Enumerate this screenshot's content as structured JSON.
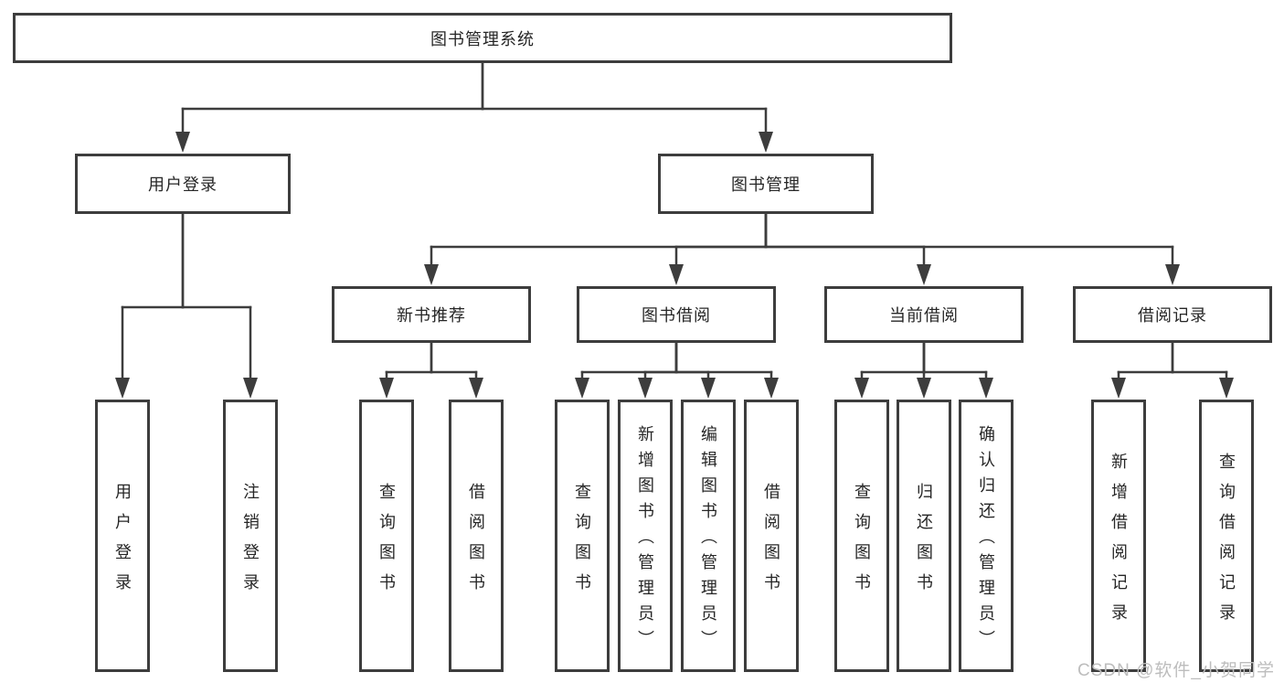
{
  "colors": {
    "line": "#3d3d3d",
    "node_border": "#3d3d3d",
    "text": "#262626",
    "watermark": "#bdbdbd",
    "background": "#ffffff"
  },
  "watermark": "CSDN @软件_小贺同学",
  "nodes": {
    "root": "图书管理系统",
    "login": "用户登录",
    "mgmt": "图书管理",
    "recommend": "新书推荐",
    "borrow": "图书借阅",
    "current": "当前借阅",
    "records": "借阅记录",
    "login_user": "用户登录",
    "login_logout": "注销登录",
    "rec_query": "查询图书",
    "rec_borrow": "借阅图书",
    "bor_query": "查询图书",
    "bor_add": "新增图书（管理员）",
    "bor_edit": "编辑图书（管理员）",
    "bor_borrow": "借阅图书",
    "cur_query": "查询图书",
    "cur_return": "归还图书",
    "cur_confirm": "确认归还（管理员）",
    "records_add": "新增借阅记录",
    "records_query": "查询借阅记录"
  }
}
